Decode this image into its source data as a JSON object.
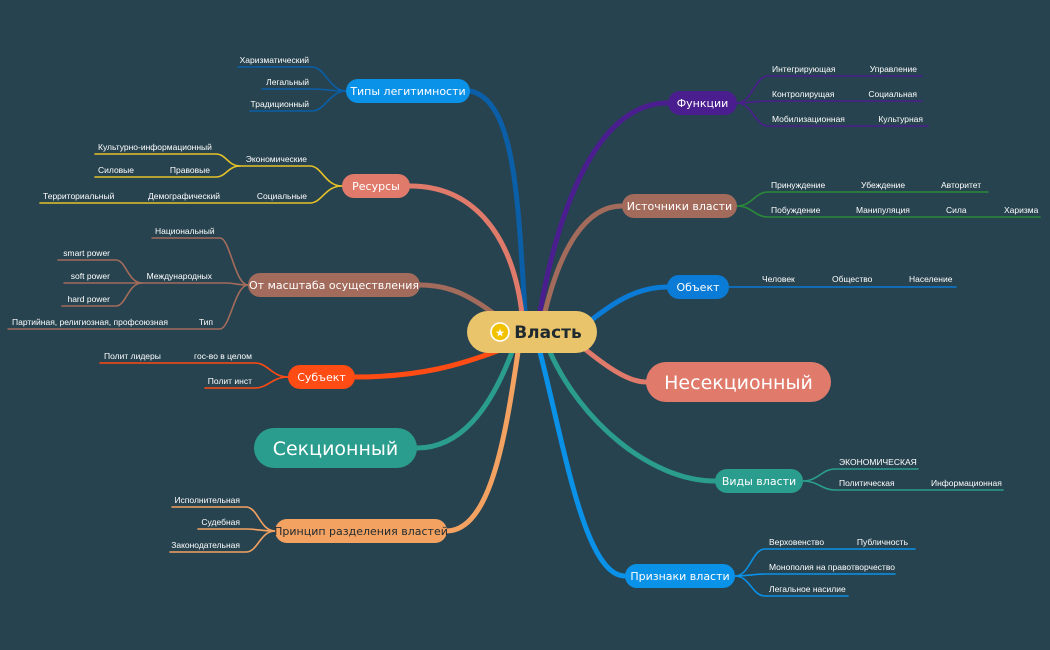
{
  "colors": {
    "background": "#27434f",
    "central": "#e9c46a",
    "blue": "#0a91e8",
    "purple": "#4b1e8f",
    "brown": "#a26b5b",
    "salmon": "#e07b6c",
    "orange_red": "#ff4b14",
    "teal": "#2a9d8f",
    "orange": "#f4a261",
    "yellow": "#e6c229",
    "green": "#2a8a3a",
    "dark_blue": "#0a5fa8"
  },
  "central": {
    "label": "Власть",
    "icon": "star-icon"
  },
  "branches": {
    "legitimacy": {
      "label": "Типы легитимности",
      "items": [
        "Харизматический",
        "Легальный",
        "Традиционный"
      ]
    },
    "resources": {
      "label": "Ресурсы",
      "economic": "Экономические",
      "cultural": "Культурно-информационный",
      "power": "Силовые",
      "legal": "Правовые",
      "social": "Социальные",
      "territorial": "Территориальный",
      "demographic": "Демографический"
    },
    "scale": {
      "label": "От масштаба осуществления",
      "national": "Национальный",
      "international": "Международных",
      "smart": "smart power",
      "soft": "soft power",
      "hard": "hard power",
      "type": "Тип",
      "party": "Партийная, религиозная, профсоюзная"
    },
    "subject": {
      "label": "Субъект",
      "leaders": "Полит лидеры",
      "state": "гос-во в целом",
      "inst": "Полит инст"
    },
    "sectional": {
      "label": "Секционный"
    },
    "separation": {
      "label": "Принцип разделения властей",
      "items": [
        "Исполнительная",
        "Судебная",
        "Законодательная"
      ]
    },
    "functions": {
      "label": "Функции",
      "rows": [
        [
          "Интегрирующая",
          "Управление"
        ],
        [
          "Контролирущая",
          "Социальная"
        ],
        [
          "Мобилизационная",
          "Культурная"
        ]
      ]
    },
    "sources": {
      "label": "Источники власти",
      "row1": [
        "Принуждение",
        "Убеждение",
        "Авторитет"
      ],
      "row2": [
        "Побуждение",
        "Манипуляция",
        "Сила",
        "Харизма"
      ]
    },
    "object": {
      "label": "Объект",
      "items": [
        "Человек",
        "Общество",
        "Население"
      ]
    },
    "nonsectional": {
      "label": "Несекционный"
    },
    "kinds": {
      "label": "Виды власти",
      "economic": "ЭКОНОМИЧЕСКАЯ",
      "political": "Политическая",
      "info": "Информационная"
    },
    "signs": {
      "label": "Признаки власти",
      "supremacy": "Верховенство",
      "publicity": "Публичность",
      "monopoly": "Монополия на правотворчество",
      "violence": "Легальное насилие"
    }
  }
}
